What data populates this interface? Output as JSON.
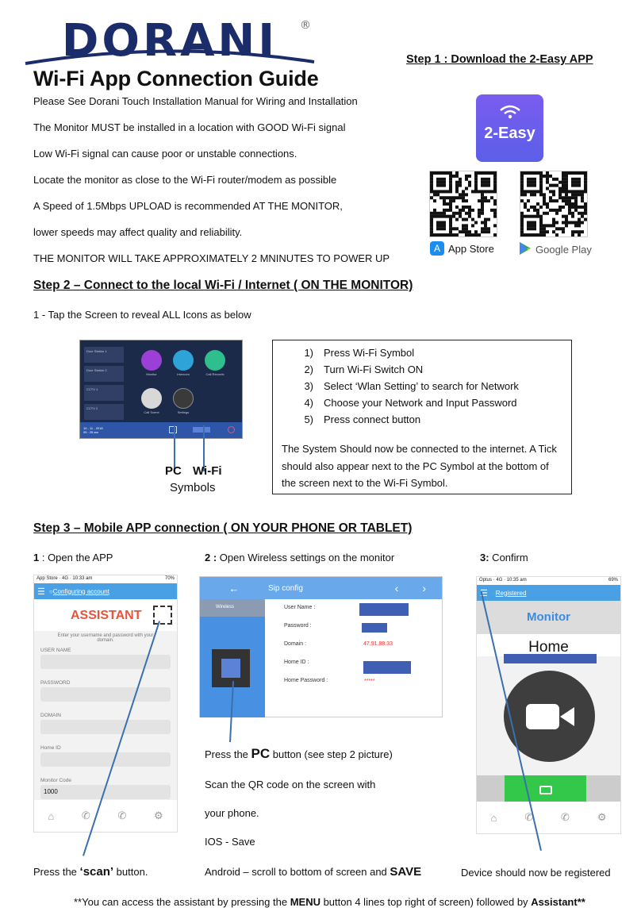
{
  "brand": {
    "logo_text": "DORANI",
    "registered": "®"
  },
  "title": "Wi-Fi App Connection Guide",
  "intro": [
    "Please See Dorani Touch Installation Manual for Wiring and Installation",
    "The Monitor MUST be installed in a location with GOOD Wi-Fi signal",
    " Low Wi-Fi signal can cause poor or unstable connections.",
    "Locate the monitor as close to the Wi-Fi router/modem as possible",
    "A Speed of 1.5Mbps UPLOAD is recommended AT THE MONITOR,",
    " lower speeds may affect quality and reliability.",
    "THE MONITOR WILL TAKE APPROXIMATELY 2 MNINUTES TO POWER UP"
  ],
  "step1": {
    "heading": "Step 1 : Download the 2-Easy APP",
    "app_name": "2-Easy",
    "app_store": "App Store",
    "google_play": "Google Play"
  },
  "step2": {
    "heading": "Step 2 – Connect to the local Wi-Fi / Internet ( ON THE MONITOR)",
    "tap": " 1 - Tap the Screen to reveal ALL Icons as below",
    "pc": "PC",
    "wifi": "Wi-Fi",
    "symbols": "Symbols",
    "steps": [
      {
        "n": "1)",
        "t": "Press Wi-Fi Symbol"
      },
      {
        "n": "2)",
        "t": "Turn Wi-Fi Switch ON"
      },
      {
        "n": "3)",
        "t": "Select ‘Wlan Setting’ to search for Network"
      },
      {
        "n": "4)",
        "t": "Choose  your Network and Input Password"
      },
      {
        "n": "5)",
        "t": "Press connect button"
      }
    ],
    "note": "The System Should now be connected to the internet. A Tick should also appear next to the PC Symbol at the bottom of the screen next to the Wi-Fi Symbol.",
    "monitor": {
      "menu": [
        "Door Station 1",
        "Door Station 2",
        "CCTV 1",
        "CCTV 2"
      ],
      "icons": [
        "Monitor",
        "Intercom",
        "Call Records",
        "Call Scene",
        "Settings"
      ],
      "date": "10 - 11 - 2018",
      "time": "05 : 25 am"
    }
  },
  "step3": {
    "heading": "Step 3 – Mobile APP connection ( ON YOUR PHONE OR TABLET)",
    "col1_num": "1",
    "col1_label": " : Open the APP",
    "col2_num": "2 :",
    "col2_label": " Open Wireless settings on the monitor",
    "col3_num": "3:",
    "col3_label": " Confirm",
    "phone1": {
      "carrier": "App Store",
      "net": "4G",
      "time": "10:33 am",
      "battery": "70%",
      "nav": "Configuring account",
      "assistant": "ASSISTANT",
      "hint": "Enter your username and password with your domain.",
      "fields": [
        "USER NAME",
        "PASSWORD",
        "DOMAIN",
        "Home ID",
        "Monitor Code"
      ],
      "code": "1000"
    },
    "sip": {
      "title": "Sip config",
      "side": "Wireless",
      "rows": [
        "User Name :",
        "Password :",
        "Domain :",
        "Home ID :",
        "Home Password :"
      ],
      "domain": "47.91.88.33",
      "pwd": "*****"
    },
    "phone3": {
      "carrier": "Optus",
      "net": "4G",
      "time": "10:35 am",
      "battery": "69%",
      "nav": "Registered",
      "monitor": "Monitor",
      "home": "Home"
    },
    "press_pc_pre": "Press the ",
    "press_pc_b": "PC",
    "press_pc_post": " button (see step 2 picture)",
    "scan_line": "Scan the QR code on the screen with",
    "your_phone": "your phone.",
    "ios": "IOS - Save",
    "android_pre": "Android – scroll to bottom of screen and ",
    "android_b": "SAVE",
    "press_scan_pre": "Press the ",
    "press_scan_b": "‘scan’",
    "press_scan_post": " button.",
    "registered": "Device should now be registered"
  },
  "footer": {
    "p1": "**You can access the assistant by pressing the ",
    "menu": "MENU",
    "p2": " button 4 lines top right of screen) followed by ",
    "assistant": "Assistant**"
  }
}
